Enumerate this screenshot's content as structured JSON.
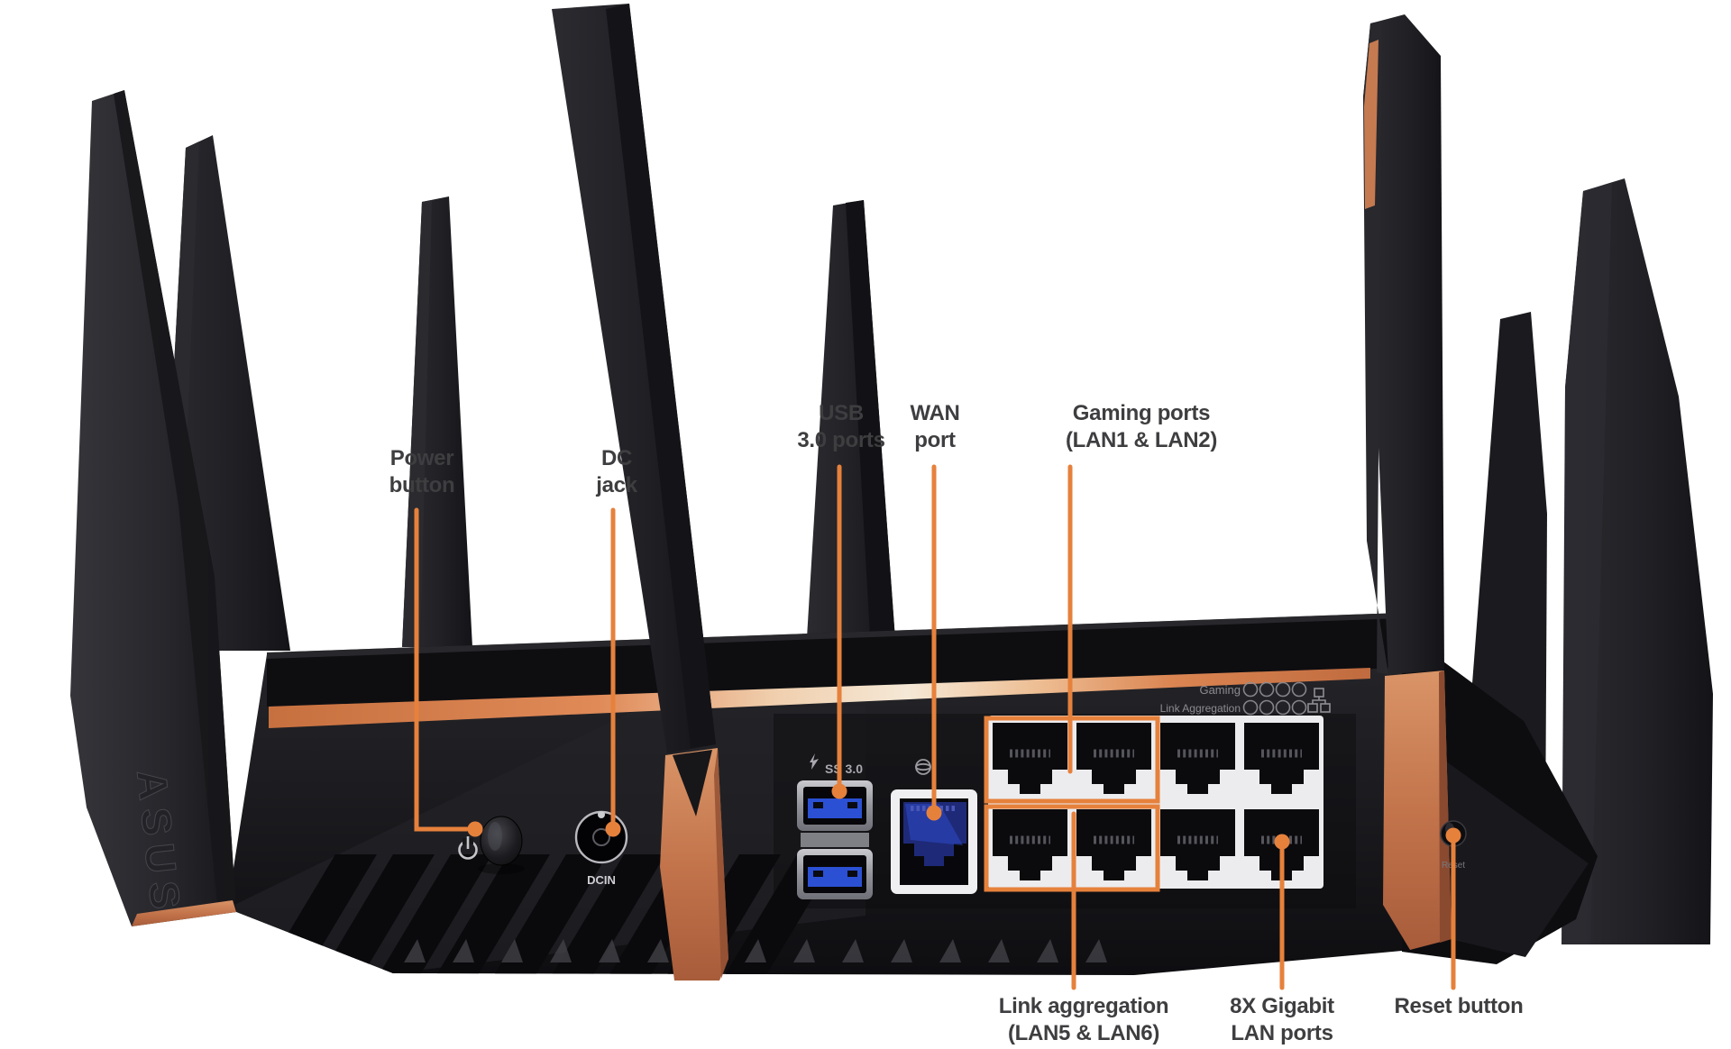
{
  "callouts": {
    "power": {
      "line1": "Power",
      "line2": "button"
    },
    "dc_jack": {
      "line1": "DC",
      "line2": "jack"
    },
    "usb": {
      "line1": "USB",
      "line2": "3.0 ports"
    },
    "wan": {
      "line1": "WAN",
      "line2": "port"
    },
    "gaming": {
      "line1": "Gaming ports",
      "line2": "(LAN1 & LAN2)"
    },
    "link_aggregation": {
      "line1": "Link aggregation",
      "line2": "(LAN5 & LAN6)"
    },
    "gigabit_lan": {
      "line1": "8X Gigabit",
      "line2": "LAN ports"
    },
    "reset": {
      "line1": "Reset button",
      "line2": ""
    }
  },
  "device": {
    "brand": "ASUS",
    "panel_print": {
      "gaming": "Gaming",
      "link_aggregation": "Link Aggregation"
    },
    "usb_print": "SS 3.0",
    "dc_print": "DCIN",
    "reset_print": "Reset"
  },
  "icons": {
    "power": "standby-power-symbol",
    "dc": "dc-jack-ring",
    "usb": "usb-ss-lightning",
    "wan": "globe",
    "lan_print": "network-tree"
  },
  "colors": {
    "background": "#FFFFFF",
    "callout_orange": "#E6813C",
    "label_text": "#3E3E40",
    "copper": "#C97A52",
    "stripe_pale": "#F5E8D6",
    "body_black": "#1B1B1F",
    "usb_blue": "#2B50D4",
    "wan_navy": "#1E2A78",
    "panel_print_gray": "#96969C"
  }
}
